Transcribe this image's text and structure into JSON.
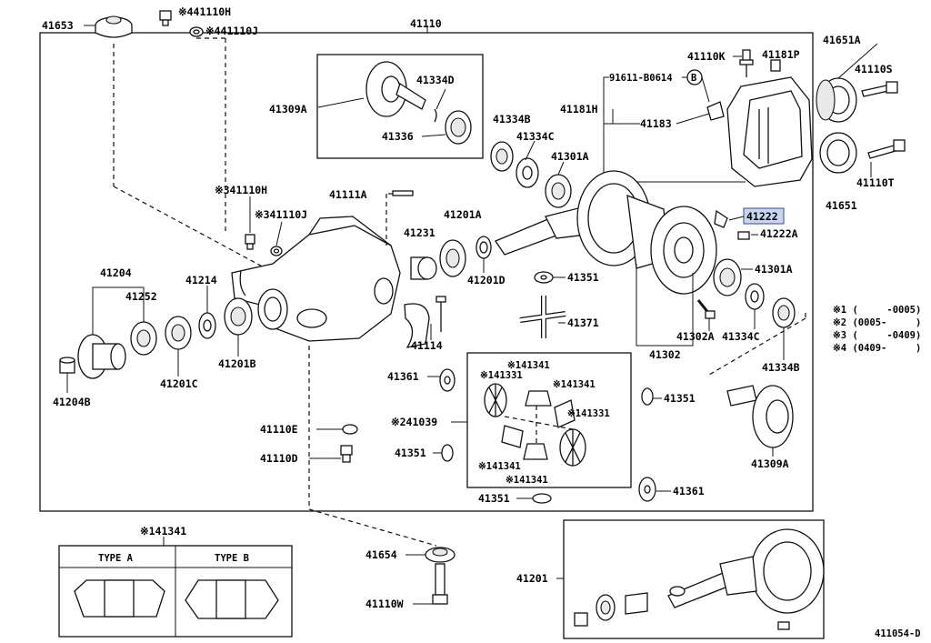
{
  "labels": {
    "l41653": "41653",
    "l441110H": "※441110H",
    "l441110J": "※441110J",
    "l41110": "41110",
    "l41651A": "41651A",
    "l41110S": "41110S",
    "l41651": "41651",
    "l41110T": "41110T",
    "l41110K": "41110K",
    "l41181P": "41181P",
    "l91611": "91611-B0614",
    "lB": "B",
    "l41181H": "41181H",
    "l41183": "41183",
    "l41309A_top": "41309A",
    "l41334D": "41334D",
    "l41336": "41336",
    "l41334B_top": "41334B",
    "l41334C_top": "41334C",
    "l41301A_top": "41301A",
    "l341110H": "※341110H",
    "l341110J": "※341110J",
    "l41111A": "41111A",
    "l41231": "41231",
    "l41201A": "41201A",
    "l41201D": "41201D",
    "l41222": "41222",
    "l41222A": "41222A",
    "l41301A_mid": "41301A",
    "l41204": "41204",
    "l41252": "41252",
    "l41214": "41214",
    "l41204B": "41204B",
    "l41201C": "41201C",
    "l41201B": "41201B",
    "l41114": "41114",
    "l41351_a": "41351",
    "l41371": "41371",
    "l41302A": "41302A",
    "l41334C_mid": "41334C",
    "l41302": "41302",
    "l41334B_mid": "41334B",
    "l41361_a": "41361",
    "l141341_a": "※141341",
    "l141331_a": "※141331",
    "l141341_b": "※141341",
    "l241039": "※241039",
    "l141331_b": "※141331",
    "l141341_c": "※141341",
    "l141341_d": "※141341",
    "l41351_b": "41351",
    "l41351_c": "41351",
    "l41351_d": "41351",
    "l41361_b": "41361",
    "l41309A_bot": "41309A",
    "l41110E": "41110E",
    "l41110D": "41110D",
    "l41654": "41654",
    "l41110W": "41110W",
    "l41201": "41201",
    "l141341_type": "※141341",
    "typeA": "TYPE A",
    "typeB": "TYPE B",
    "n1": "※1 (     -0005)",
    "n2": "※2 (0005-     )",
    "n3": "※3 (     -0409)",
    "n4": "※4 (0409-     )",
    "code": "411054-D"
  },
  "colors": {
    "highlight": "#c9d4f0",
    "ink": "#111111"
  }
}
